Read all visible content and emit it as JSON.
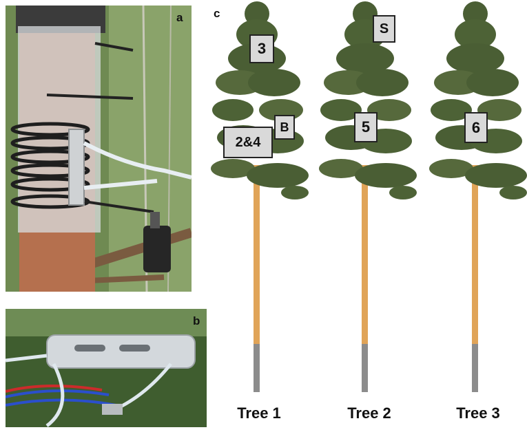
{
  "panels": {
    "a": {
      "letter": "a"
    },
    "b": {
      "letter": "b"
    },
    "c": {
      "letter": "c"
    }
  },
  "trees": [
    {
      "caption": "Tree 1",
      "labels": [
        "3",
        "B",
        "2&4"
      ]
    },
    {
      "caption": "Tree 2",
      "labels": [
        "S",
        "5"
      ]
    },
    {
      "caption": "Tree 3",
      "labels": [
        "6"
      ]
    }
  ],
  "colors": {
    "trunk": "#e0a458",
    "bark": "#8c8c8c",
    "foliage": "#4a5e34",
    "label_fill": "#d9d9d9"
  }
}
